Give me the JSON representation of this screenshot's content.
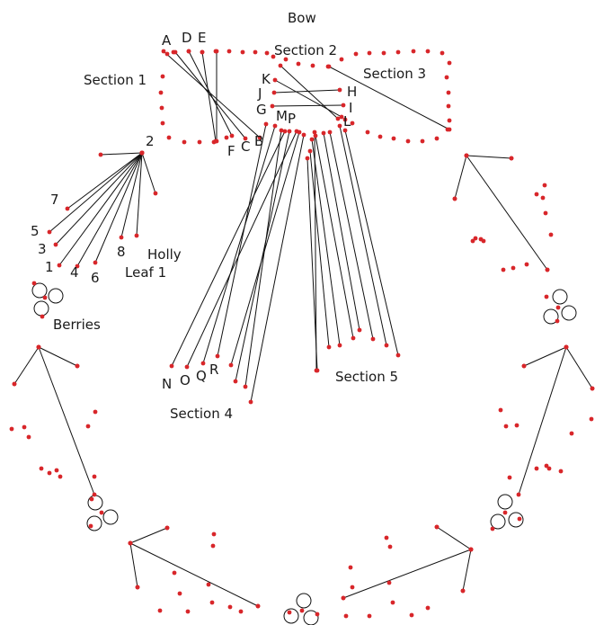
{
  "title": "Bow",
  "sections": {
    "section1": "Section 1",
    "section2": "Section 2",
    "section3": "Section 3",
    "section4": "Section 4",
    "section5": "Section 5"
  },
  "captions": {
    "holly1": "Holly",
    "holly2": "Leaf 1",
    "berries": "Berries"
  },
  "letters": {
    "A": "A",
    "B": "B",
    "C": "C",
    "D": "D",
    "E": "E",
    "F": "F",
    "G": "G",
    "H": "H",
    "I": "I",
    "J": "J",
    "K": "K",
    "L": "L",
    "M": "M",
    "N": "N",
    "O": "O",
    "P": "P",
    "Q": "Q",
    "R": "R"
  },
  "numbers": {
    "n1": "1",
    "n2": "2",
    "n3": "3",
    "n4": "4",
    "n5": "5",
    "n6": "6",
    "n7": "7",
    "n8": "8"
  },
  "colors": {
    "dot": "#d8262a",
    "line": "#111111",
    "text": "#1a1a1a"
  }
}
